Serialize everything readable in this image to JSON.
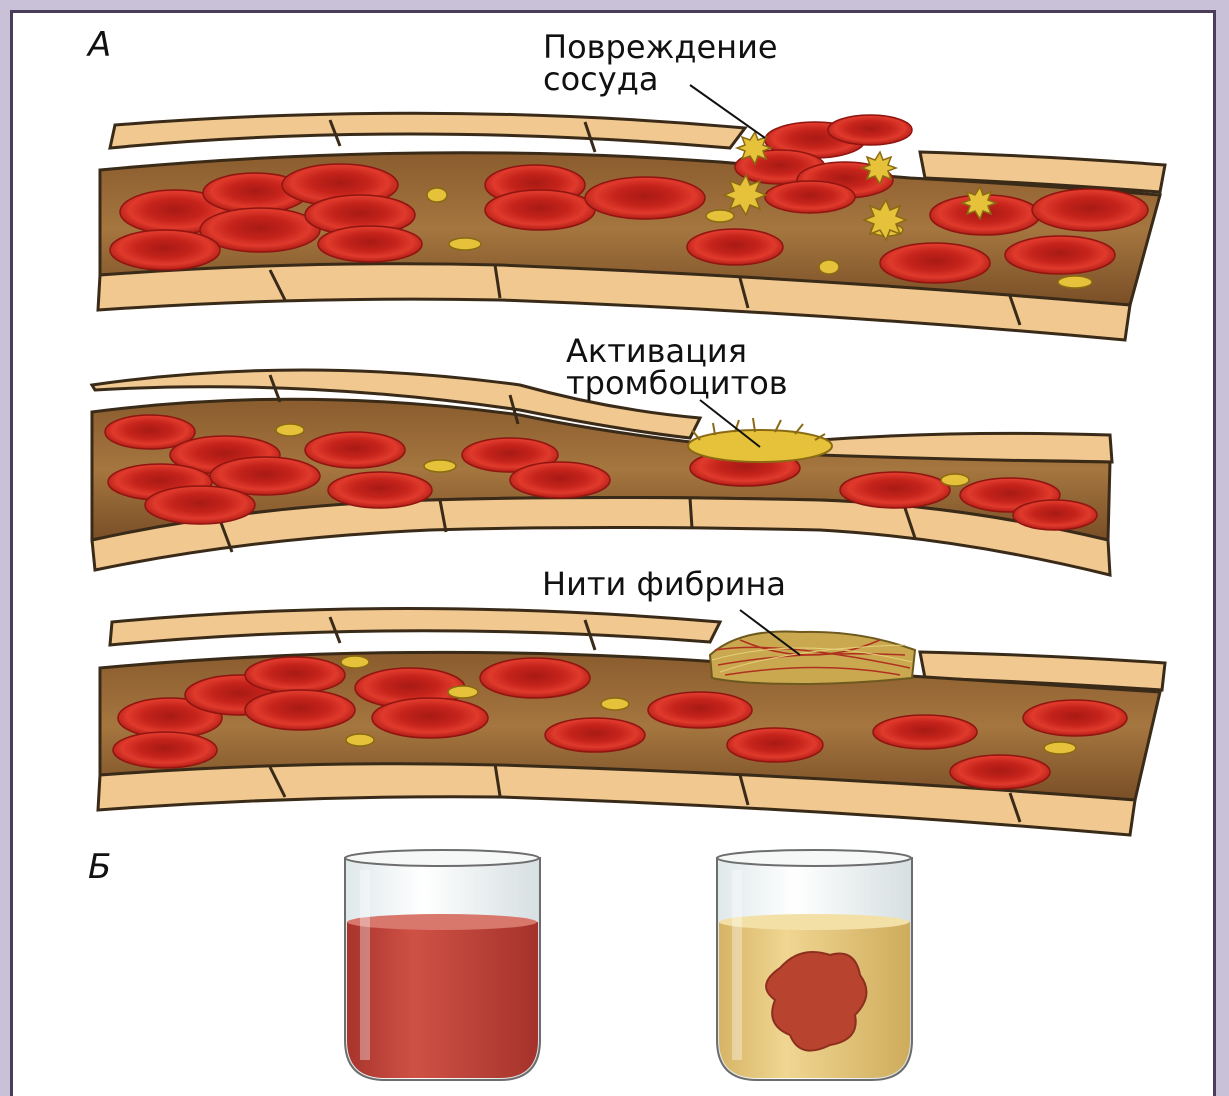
{
  "panels": {
    "a_letter": "А",
    "b_letter": "Б"
  },
  "labels": {
    "vessel_damage_line1": "Повреждение",
    "vessel_damage_line2": "сосуда",
    "platelet_activation_line1": "Активация",
    "platelet_activation_line2": "тромбоцитов",
    "fibrin_threads": "Нити фибрина"
  },
  "colors": {
    "background_outer": "#c9c1d8",
    "border": "#4a3d5a",
    "endothelium": "#f0c890",
    "lumen": "#a0703c",
    "red_cell": "#d42b22",
    "platelet": "#e5c23a",
    "blood_tube": "#c0433a",
    "serum_tube": "#e6c97a",
    "clot": "#b8442f"
  }
}
